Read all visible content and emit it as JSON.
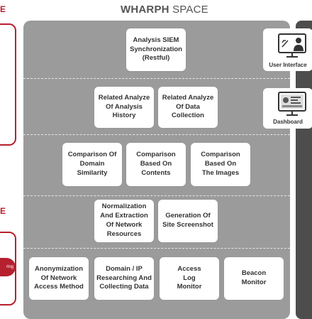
{
  "left": {
    "top_label": "E",
    "bottom_label": "E",
    "pill_text": "ring"
  },
  "header": {
    "title_bold": "WHARPH",
    "title_rest": " SPACE"
  },
  "boxes": {
    "siem": "Analysis SIEM Synchronization (Restful)",
    "history": "Related Analyze Of Analysis History",
    "collection": "Related Analyze Of Data Collection",
    "domain_sim": "Comparison Of Domain Similarity",
    "contents": "Comparison Based On Contents",
    "images": "Comparison Based On The Images",
    "normalization": "Normalization And Extraction Of Network Resources",
    "screenshot": "Generation Of Site Screenshot",
    "anonymization": "Anonymization Of Network Access Method",
    "researching": "Domain / IP Researching And Collecting Data",
    "access_log": "Access Log Monitor",
    "beacon": "Beacon Monitor"
  },
  "right": {
    "user_interface": "User Interface",
    "dashboard": "Dashboard"
  },
  "icons": [
    "user-monitor-icon",
    "dashboard-monitor-icon"
  ],
  "colors": {
    "accent_red": "#b7202e",
    "space_gray": "#9b9b9b",
    "dark_bar": "#4d4d4d"
  }
}
